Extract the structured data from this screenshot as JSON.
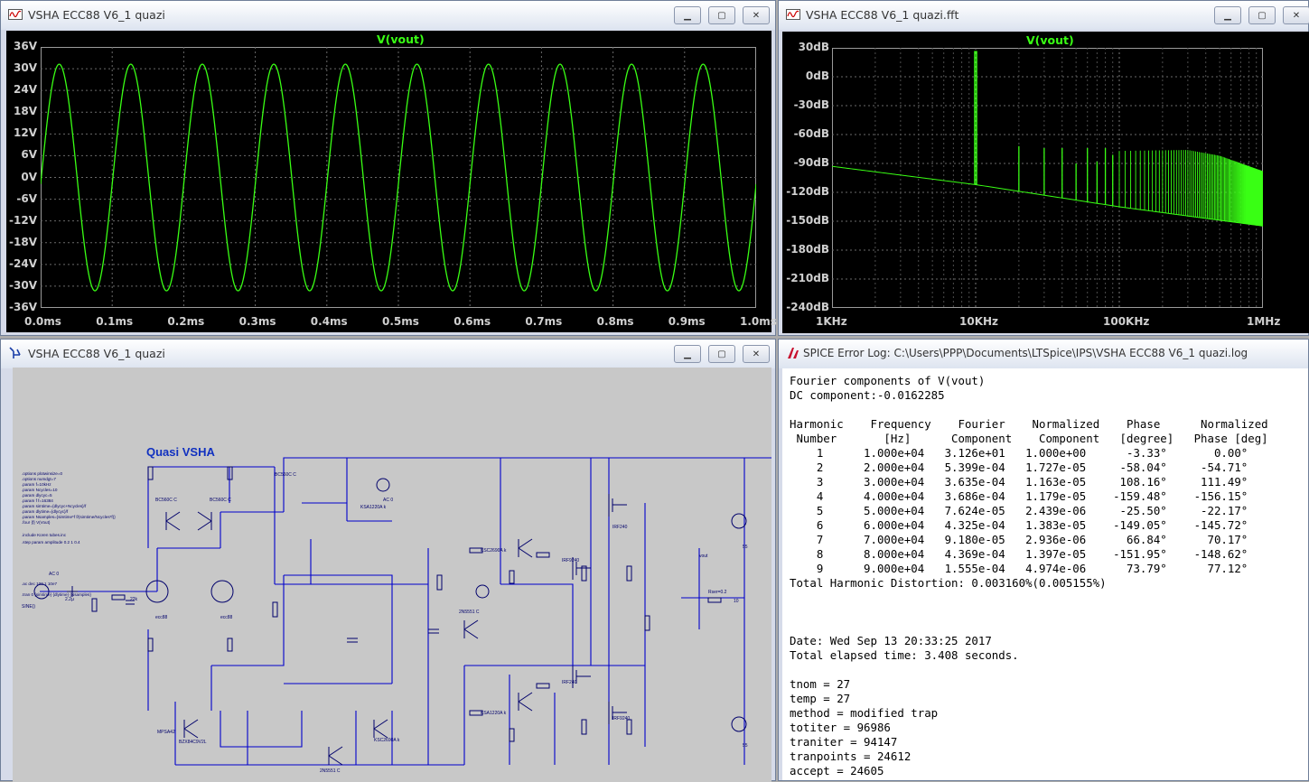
{
  "windows": {
    "transient": {
      "title": "VSHA ECC88 V6_1 quazi",
      "trace_name": "V(vout)"
    },
    "fft": {
      "title": "VSHA ECC88 V6_1 quazi.fft",
      "trace_name": "V(vout)"
    },
    "schematic": {
      "title": "VSHA ECC88 V6_1 quazi",
      "heading": "Quasi VSHA",
      "directives": [
        ".options plotwinsize=0",
        ".options numdgt=7",
        ".param f=10kHz",
        ".param Ncycles=10",
        ".param dlycyc=5",
        ".param f f=16384",
        ".param simtime={dlycyc+Ncycles}/f",
        ".param dlytime={dlycyc}/f",
        ".param Nsamples={simtime*f f/(simtime/Ncycles*f)}",
        ".four {f} V(Vout)",
        ".include Koren tubes.inc",
        ".step param amplitude 0.2 1 0.4",
        ".ac dec 100 1 10e7",
        ".tran 0 {simtime} {dlytime} {Nsamples}"
      ]
    },
    "log": {
      "title": "SPICE Error Log: C:\\Users\\PPP\\Documents\\LTSpice\\IPS\\VSHA ECC88 V6_1 quazi.log",
      "lines": [
        "Fourier components of V(vout)",
        "DC component:-0.0162285",
        "",
        "Harmonic    Frequency    Fourier    Normalized    Phase      Normalized",
        " Number       [Hz]      Component    Component   [degree]   Phase [deg]",
        "    1      1.000e+04   3.126e+01   1.000e+00      -3.33°       0.00°",
        "    2      2.000e+04   5.399e-04   1.727e-05     -58.04°     -54.71°",
        "    3      3.000e+04   3.635e-04   1.163e-05     108.16°     111.49°",
        "    4      4.000e+04   3.686e-04   1.179e-05    -159.48°    -156.15°",
        "    5      5.000e+04   7.624e-05   2.439e-06     -25.50°     -22.17°",
        "    6      6.000e+04   4.325e-04   1.383e-05    -149.05°    -145.72°",
        "    7      7.000e+04   9.180e-05   2.936e-06      66.84°      70.17°",
        "    8      8.000e+04   4.369e-04   1.397e-05    -151.95°    -148.62°",
        "    9      9.000e+04   1.555e-04   4.974e-06      73.79°      77.12°",
        "Total Harmonic Distortion: 0.003160%(0.005155%)",
        "",
        "",
        "",
        "Date: Wed Sep 13 20:33:25 2017",
        "Total elapsed time: 3.408 seconds.",
        "",
        "tnom = 27",
        "temp = 27",
        "method = modified trap",
        "totiter = 96986",
        "traniter = 94147",
        "tranpoints = 24612",
        "accept = 24605"
      ]
    }
  },
  "chart_data": [
    {
      "type": "line",
      "title": "V(vout)",
      "series": [
        {
          "name": "V(vout)",
          "frequency_hz": 10000,
          "amplitude_v": 31.26,
          "offset_v": -0.016,
          "x_start_ms": 0.0,
          "x_end_ms": 1.0,
          "phase_deg": -3.33
        }
      ],
      "xlim": [
        0.0,
        1.0
      ],
      "ylim": [
        -36,
        36
      ],
      "x_tick_labels": [
        "0.0ms",
        "0.1ms",
        "0.2ms",
        "0.3ms",
        "0.4ms",
        "0.5ms",
        "0.6ms",
        "0.7ms",
        "0.8ms",
        "0.9ms",
        "1.0ms"
      ],
      "y_tick_labels": [
        "36V",
        "30V",
        "24V",
        "18V",
        "12V",
        "6V",
        "0V",
        "-6V",
        "-12V",
        "-18V",
        "-24V",
        "-30V",
        "-36V"
      ],
      "grid": true,
      "trace_color": "#39ff14"
    },
    {
      "type": "line",
      "title": "V(vout)",
      "x_scale": "log",
      "xlim_hz": [
        1000,
        1000000
      ],
      "ylim_db": [
        -240,
        30
      ],
      "x_tick_labels": [
        "1KHz",
        "10KHz",
        "100KHz",
        "1MHz"
      ],
      "y_tick_labels": [
        "30dB",
        "0dB",
        "-30dB",
        "-60dB",
        "-90dB",
        "-120dB",
        "-150dB",
        "-180dB",
        "-210dB",
        "-240dB"
      ],
      "fundamental": {
        "freq_hz": 10000,
        "db": 26
      },
      "harmonic_peaks_db": [
        {
          "freq_hz": 20000,
          "db": -72
        },
        {
          "freq_hz": 30000,
          "db": -74
        },
        {
          "freq_hz": 40000,
          "db": -74
        },
        {
          "freq_hz": 50000,
          "db": -90
        },
        {
          "freq_hz": 60000,
          "db": -74
        },
        {
          "freq_hz": 70000,
          "db": -88
        },
        {
          "freq_hz": 80000,
          "db": -74
        },
        {
          "freq_hz": 90000,
          "db": -81
        }
      ],
      "noise_floor_db": [
        {
          "freq_hz": 1000,
          "db": -93
        },
        {
          "freq_hz": 10000,
          "db": -112
        },
        {
          "freq_hz": 100000,
          "db": -135
        },
        {
          "freq_hz": 1000000,
          "db": -155
        }
      ],
      "upper_envelope_db": [
        {
          "freq_hz": 100000,
          "db": -77
        },
        {
          "freq_hz": 300000,
          "db": -76
        },
        {
          "freq_hz": 500000,
          "db": -82
        },
        {
          "freq_hz": 1000000,
          "db": -98
        }
      ],
      "grid": true,
      "trace_color": "#39ff14"
    }
  ],
  "colors": {
    "trace": "#39ff14",
    "plot_bg": "#000000",
    "wire": "#0000cc",
    "component": "#00006b",
    "schematic_bg": "#c8c8c8"
  },
  "icons": {
    "waveform": "waveform-icon",
    "schematic": "schematic-icon",
    "ltspice": "ltspice-logo-icon"
  }
}
